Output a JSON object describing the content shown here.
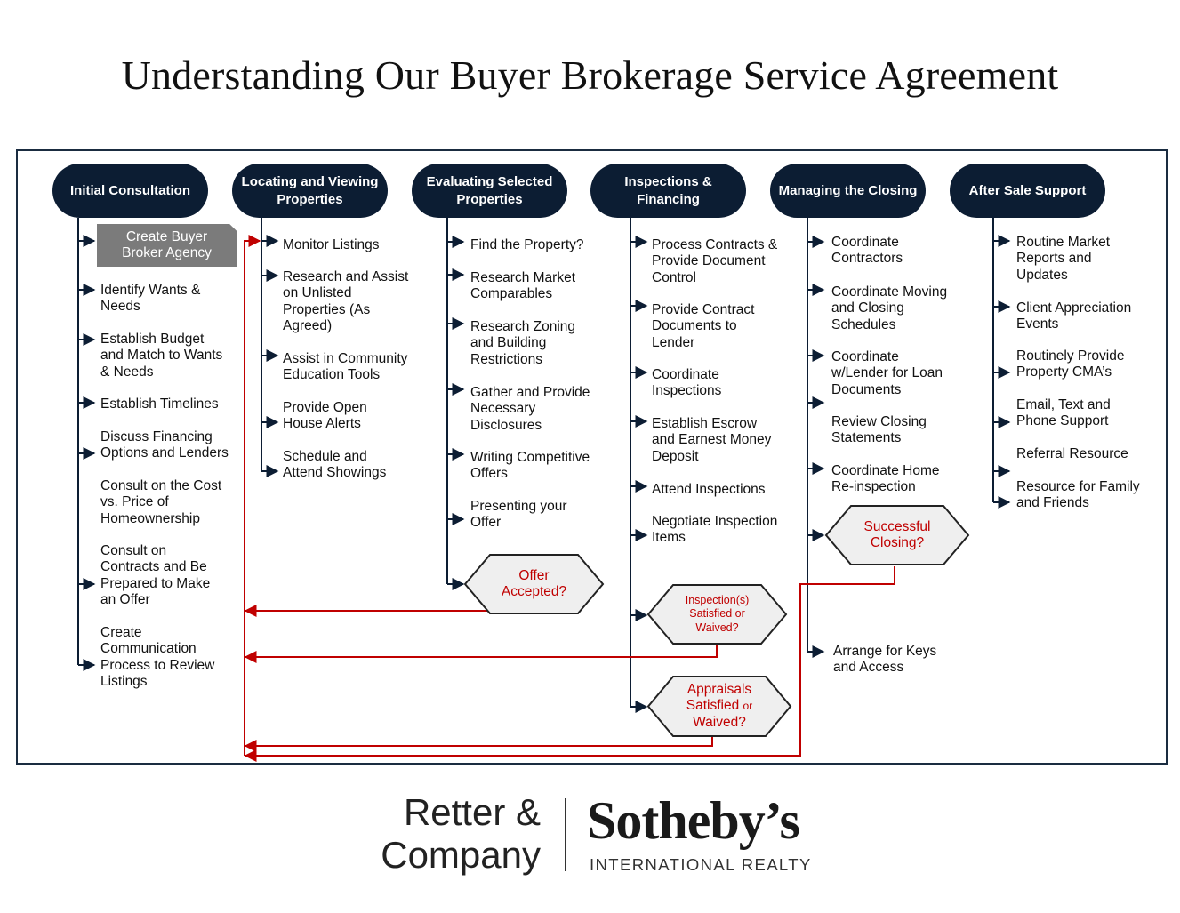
{
  "title": "Understanding Our Buyer Brokerage Service Agreement",
  "colors": {
    "navy": "#0c1d33",
    "red": "#c00000",
    "gray": "#7b7b7b",
    "decision_fill": "#efefef"
  },
  "columns": [
    {
      "heading": "Initial Consultation",
      "highlight": "Create Buyer\nBroker Agency",
      "items": [
        "Identify Wants &\nNeeds",
        "Establish Budget\nand Match to Wants\n& Needs",
        "Establish Timelines",
        "Discuss Financing\nOptions and Lenders",
        "Consult on the Cost\nvs. Price of\nHomeownership",
        "Consult on\nContracts and Be\nPrepared to Make\nan Offer",
        "Create\nCommunication\nProcess to Review\nListings"
      ]
    },
    {
      "heading": "Locating and Viewing\nProperties",
      "items": [
        "Monitor Listings",
        "Research and Assist\non Unlisted\nProperties (As\nAgreed)",
        "Assist in Community\nEducation Tools",
        "Provide Open\nHouse Alerts",
        "Schedule and\nAttend Showings"
      ]
    },
    {
      "heading": "Evaluating Selected\nProperties",
      "items": [
        "Find the Property?",
        "Research Market\nComparables",
        "Research Zoning\nand Building\nRestrictions",
        "Gather and Provide\nNecessary\nDisclosures",
        "Writing Competitive\nOffers",
        "Presenting your\nOffer"
      ]
    },
    {
      "heading": "Inspections &\nFinancing",
      "items": [
        "Process Contracts &\nProvide Document\nControl",
        "Provide Contract\nDocuments to\nLender",
        "Coordinate\nInspections",
        "Establish Escrow\nand Earnest Money\nDeposit",
        "Attend Inspections",
        "Negotiate Inspection\nItems"
      ]
    },
    {
      "heading": "Managing the Closing",
      "items": [
        "Coordinate\nContractors",
        "Coordinate Moving\nand Closing\nSchedules",
        "Coordinate\nw/Lender for Loan\nDocuments",
        "Review Closing\nStatements",
        "Coordinate Home\nRe-inspection",
        "Arrange for Keys\nand Access"
      ]
    },
    {
      "heading": "After Sale Support",
      "items": [
        "Routine Market\nReports and\nUpdates",
        "Client Appreciation\nEvents",
        "Routinely Provide\nProperty CMA’s",
        "Email, Text and\nPhone Support",
        "Referral Resource",
        "Resource for Family\nand Friends"
      ]
    }
  ],
  "decisions": {
    "offer": "Offer\nAccepted?",
    "inspection": "Inspection(s)\nSatisfied or\nWaived?",
    "appraisal_line1": "Appraisals",
    "appraisal_line2": "Satisfied",
    "appraisal_or": "or",
    "appraisal_line3": "Waived?",
    "closing": "Successful\nClosing?"
  },
  "logo": {
    "left": "Retter &\nCompany",
    "brand": "Sotheby’s",
    "sub": "INTERNATIONAL REALTY"
  }
}
